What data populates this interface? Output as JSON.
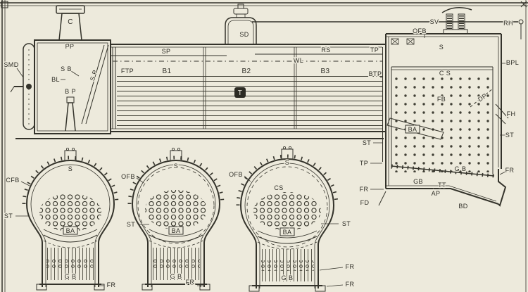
{
  "palette": {
    "paper": "#edeadc",
    "ink": "#34332b",
    "badge": "#2c2b24"
  },
  "longitudinal": {
    "chimney": "C",
    "pp": "PP",
    "smd": "SMD",
    "sb": "S B",
    "bl": "BL",
    "bp": "B P",
    "sp_smokebox": "S P",
    "sp": "SP",
    "ftp": "FTP",
    "b1": "B1",
    "b2": "B2",
    "b3": "B3",
    "tubes": "T",
    "sd": "SD",
    "wl": "WL",
    "rs": "RS",
    "tp_top": "TP",
    "btp": "BTP",
    "ofb": "OFB",
    "sv": "SV",
    "s": "S",
    "rh": "RH",
    "bpl": "BPL",
    "cs": "C S",
    "fb": "FB",
    "dp": "DP",
    "fh": "FH",
    "st_right": "ST",
    "fr_right": "FR",
    "st_left": "ST",
    "tp_left": "TP",
    "fr_left": "FR",
    "fd": "FD",
    "ba": "BA",
    "gb": "GB",
    "gb2": "G B",
    "tt": "TT",
    "ap": "AP",
    "bd": "BD"
  },
  "sections": [
    {
      "cfb": "CFB",
      "s": "S",
      "st": "ST",
      "ba": "BA",
      "gb": "G B",
      "fr": "FR"
    },
    {
      "ofb": "OFB",
      "s": "S",
      "st": "ST",
      "ba": "BA",
      "gb": "G B",
      "fr": "FR"
    },
    {
      "ofb": "OFB",
      "s": "S",
      "cs": "CS",
      "st": "ST",
      "ba": "BA",
      "gb": "G B",
      "fr": "FR",
      "fr2": "FR"
    }
  ]
}
